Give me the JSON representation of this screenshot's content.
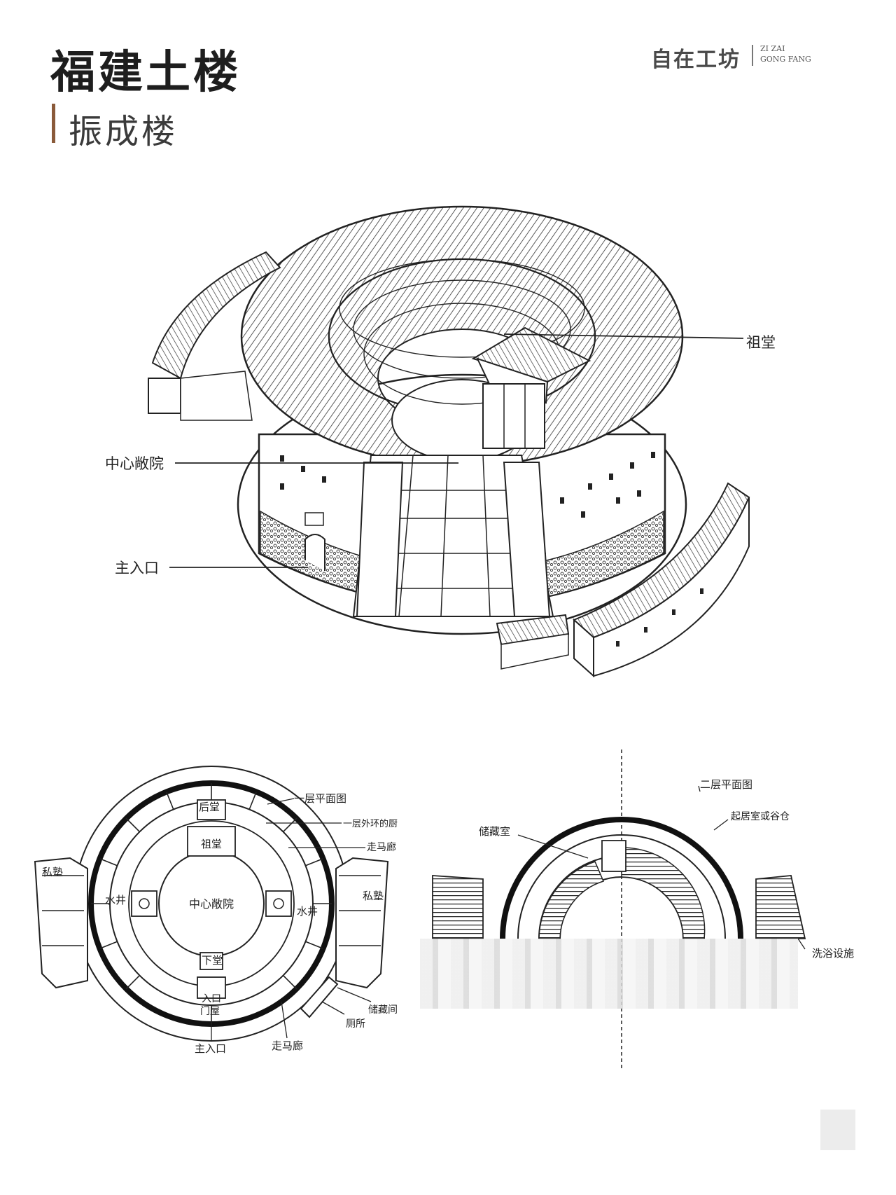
{
  "header": {
    "title": "福建土楼",
    "subtitle": "振成楼",
    "brand": "自在工坊",
    "brand_en_1": "ZI ZAI",
    "brand_en_2": "GONG FANG"
  },
  "axonometric_labels": {
    "ancestral_hall": "祖堂",
    "central_courtyard": "中心敞院",
    "main_entrance": "主入口"
  },
  "plan1_labels": {
    "plan_title": "一层平面图",
    "outer_kitchen": "一层外环的厨",
    "corridor": "走马廊",
    "rear_hall": "后堂",
    "ancestral_hall": "祖堂",
    "courtyard": "中心敞院",
    "well_left": "水井",
    "well_right": "水井",
    "school_left": "私塾",
    "school_right": "私塾",
    "lower_hall": "下堂",
    "entry": "入口",
    "gatehouse": "门屋",
    "storage": "储藏间",
    "toilet": "厕所",
    "main_entrance": "主入口",
    "corridor_bottom": "走马廊"
  },
  "plan2_labels": {
    "plan_title": "二层平面图",
    "living_granary": "起居室或谷仓",
    "storage_room": "储藏室",
    "bath": "洗浴设施"
  }
}
